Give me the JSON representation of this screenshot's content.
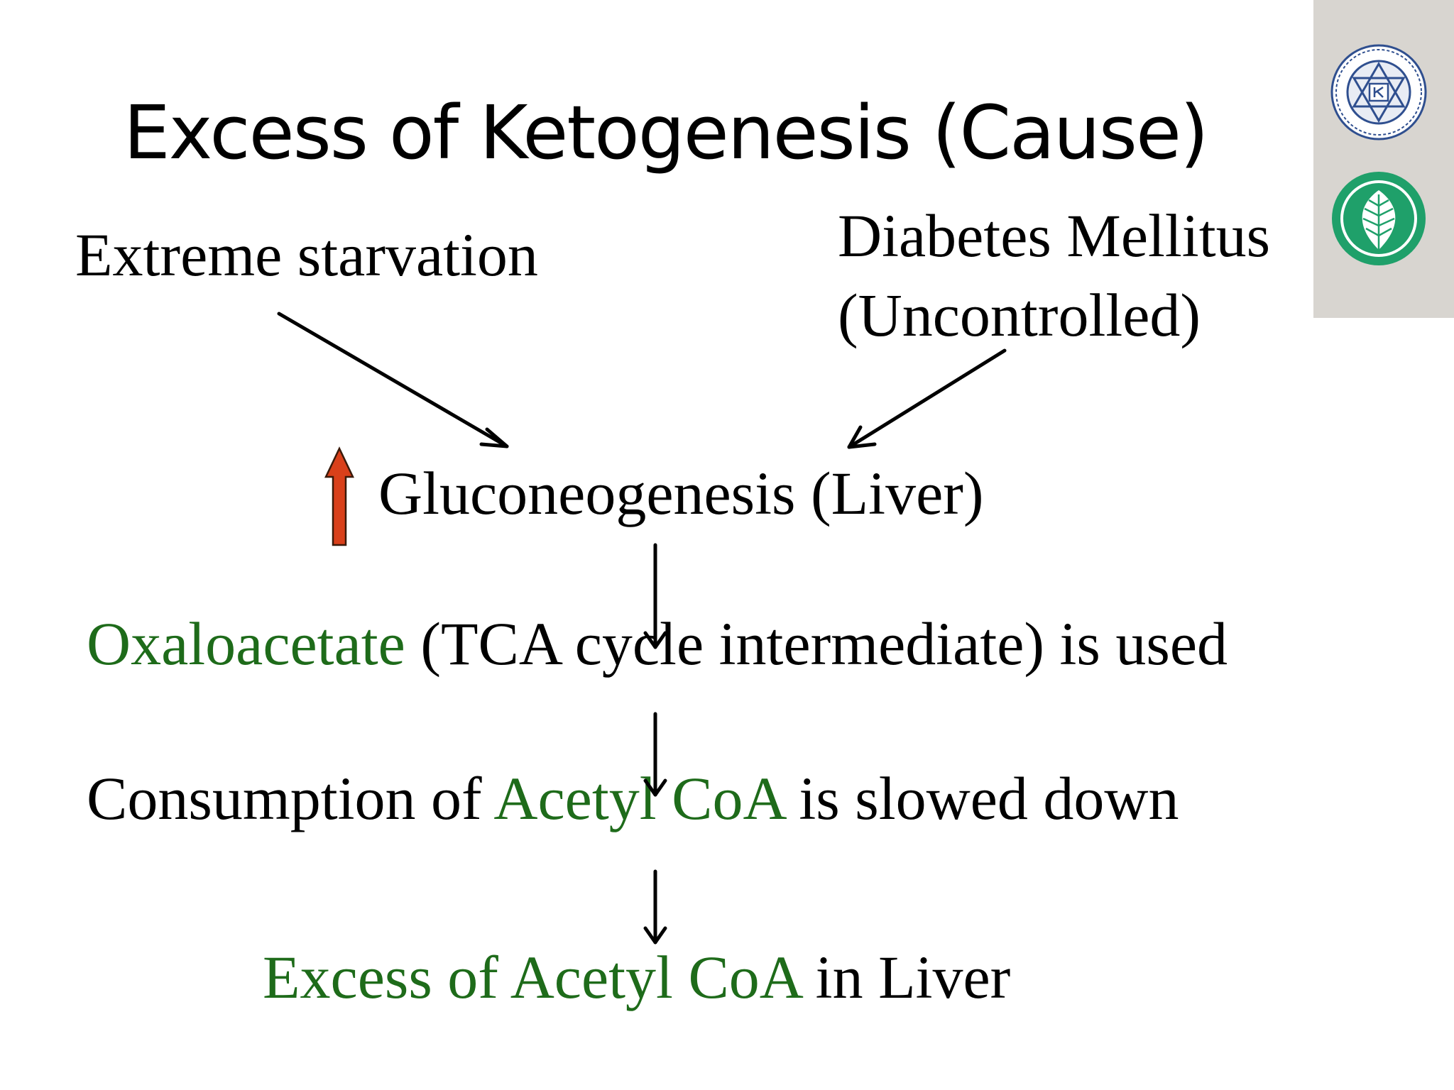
{
  "slide": {
    "title": "Excess of Ketogenesis (Cause)",
    "cause_left": "Extreme starvation",
    "cause_right_line1": "Diabetes Mellitus",
    "cause_right_line2": "(Uncontrolled)",
    "gluconeogenesis": "Gluconeogenesis (Liver)",
    "step1": {
      "highlight": "Oxaloacetate",
      "rest": " (TCA cycle intermediate) is used"
    },
    "step2": {
      "prefix": "Consumption of ",
      "highlight": "Acetyl CoA",
      "rest": " is slowed down"
    },
    "step3": {
      "highlight": "Excess of Acetyl CoA",
      "rest": " in Liver"
    }
  },
  "icons": {
    "increase_arrow": "up-arrow-icon",
    "logo_top": "institution-emblem-icon",
    "logo_bottom": "leaf-emblem-icon"
  },
  "colors": {
    "highlight_text": "#1e6b1a",
    "increase_arrow": "#d9401a",
    "logo_panel": "#d8d5d0",
    "leaf_logo": "#1fa06a",
    "emblem_blue": "#2f4f8f"
  }
}
